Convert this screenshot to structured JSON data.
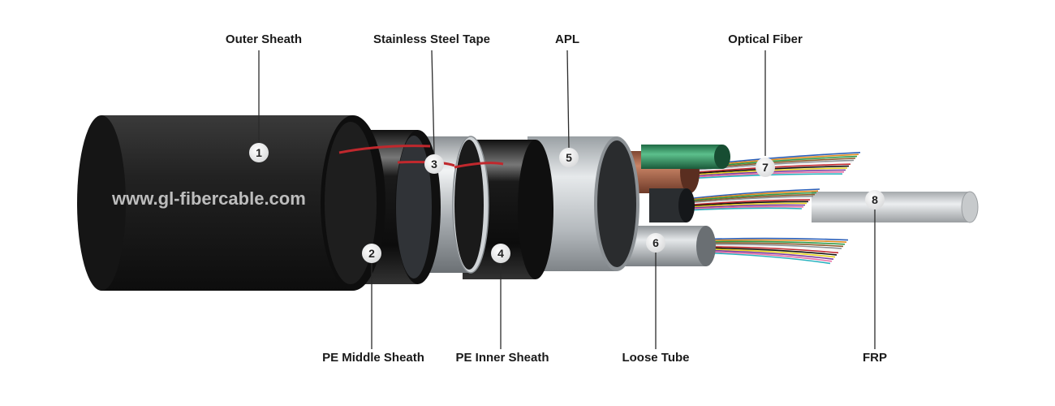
{
  "watermark": "www.gl-fibercable.com",
  "callouts": [
    {
      "number": "1",
      "label": "Outer Sheath"
    },
    {
      "number": "2",
      "label": "PE Middle Sheath"
    },
    {
      "number": "3",
      "label": "Stainless Steel Tape"
    },
    {
      "number": "4",
      "label": "PE Inner Sheath"
    },
    {
      "number": "5",
      "label": "APL"
    },
    {
      "number": "6",
      "label": "Loose Tube"
    },
    {
      "number": "7",
      "label": "Optical Fiber"
    },
    {
      "number": "8",
      "label": "FRP"
    }
  ],
  "colors": {
    "sheath": "#1c1c1c",
    "steel_tape": "#cfd3d6",
    "apl": "#b9bec2",
    "loose_tube_brown": "#a8654a",
    "loose_tube_green": "#3a9a68",
    "loose_tube_grey": "#c8ccd0",
    "frp": "#d6d8da",
    "wire": "#c0282d"
  }
}
